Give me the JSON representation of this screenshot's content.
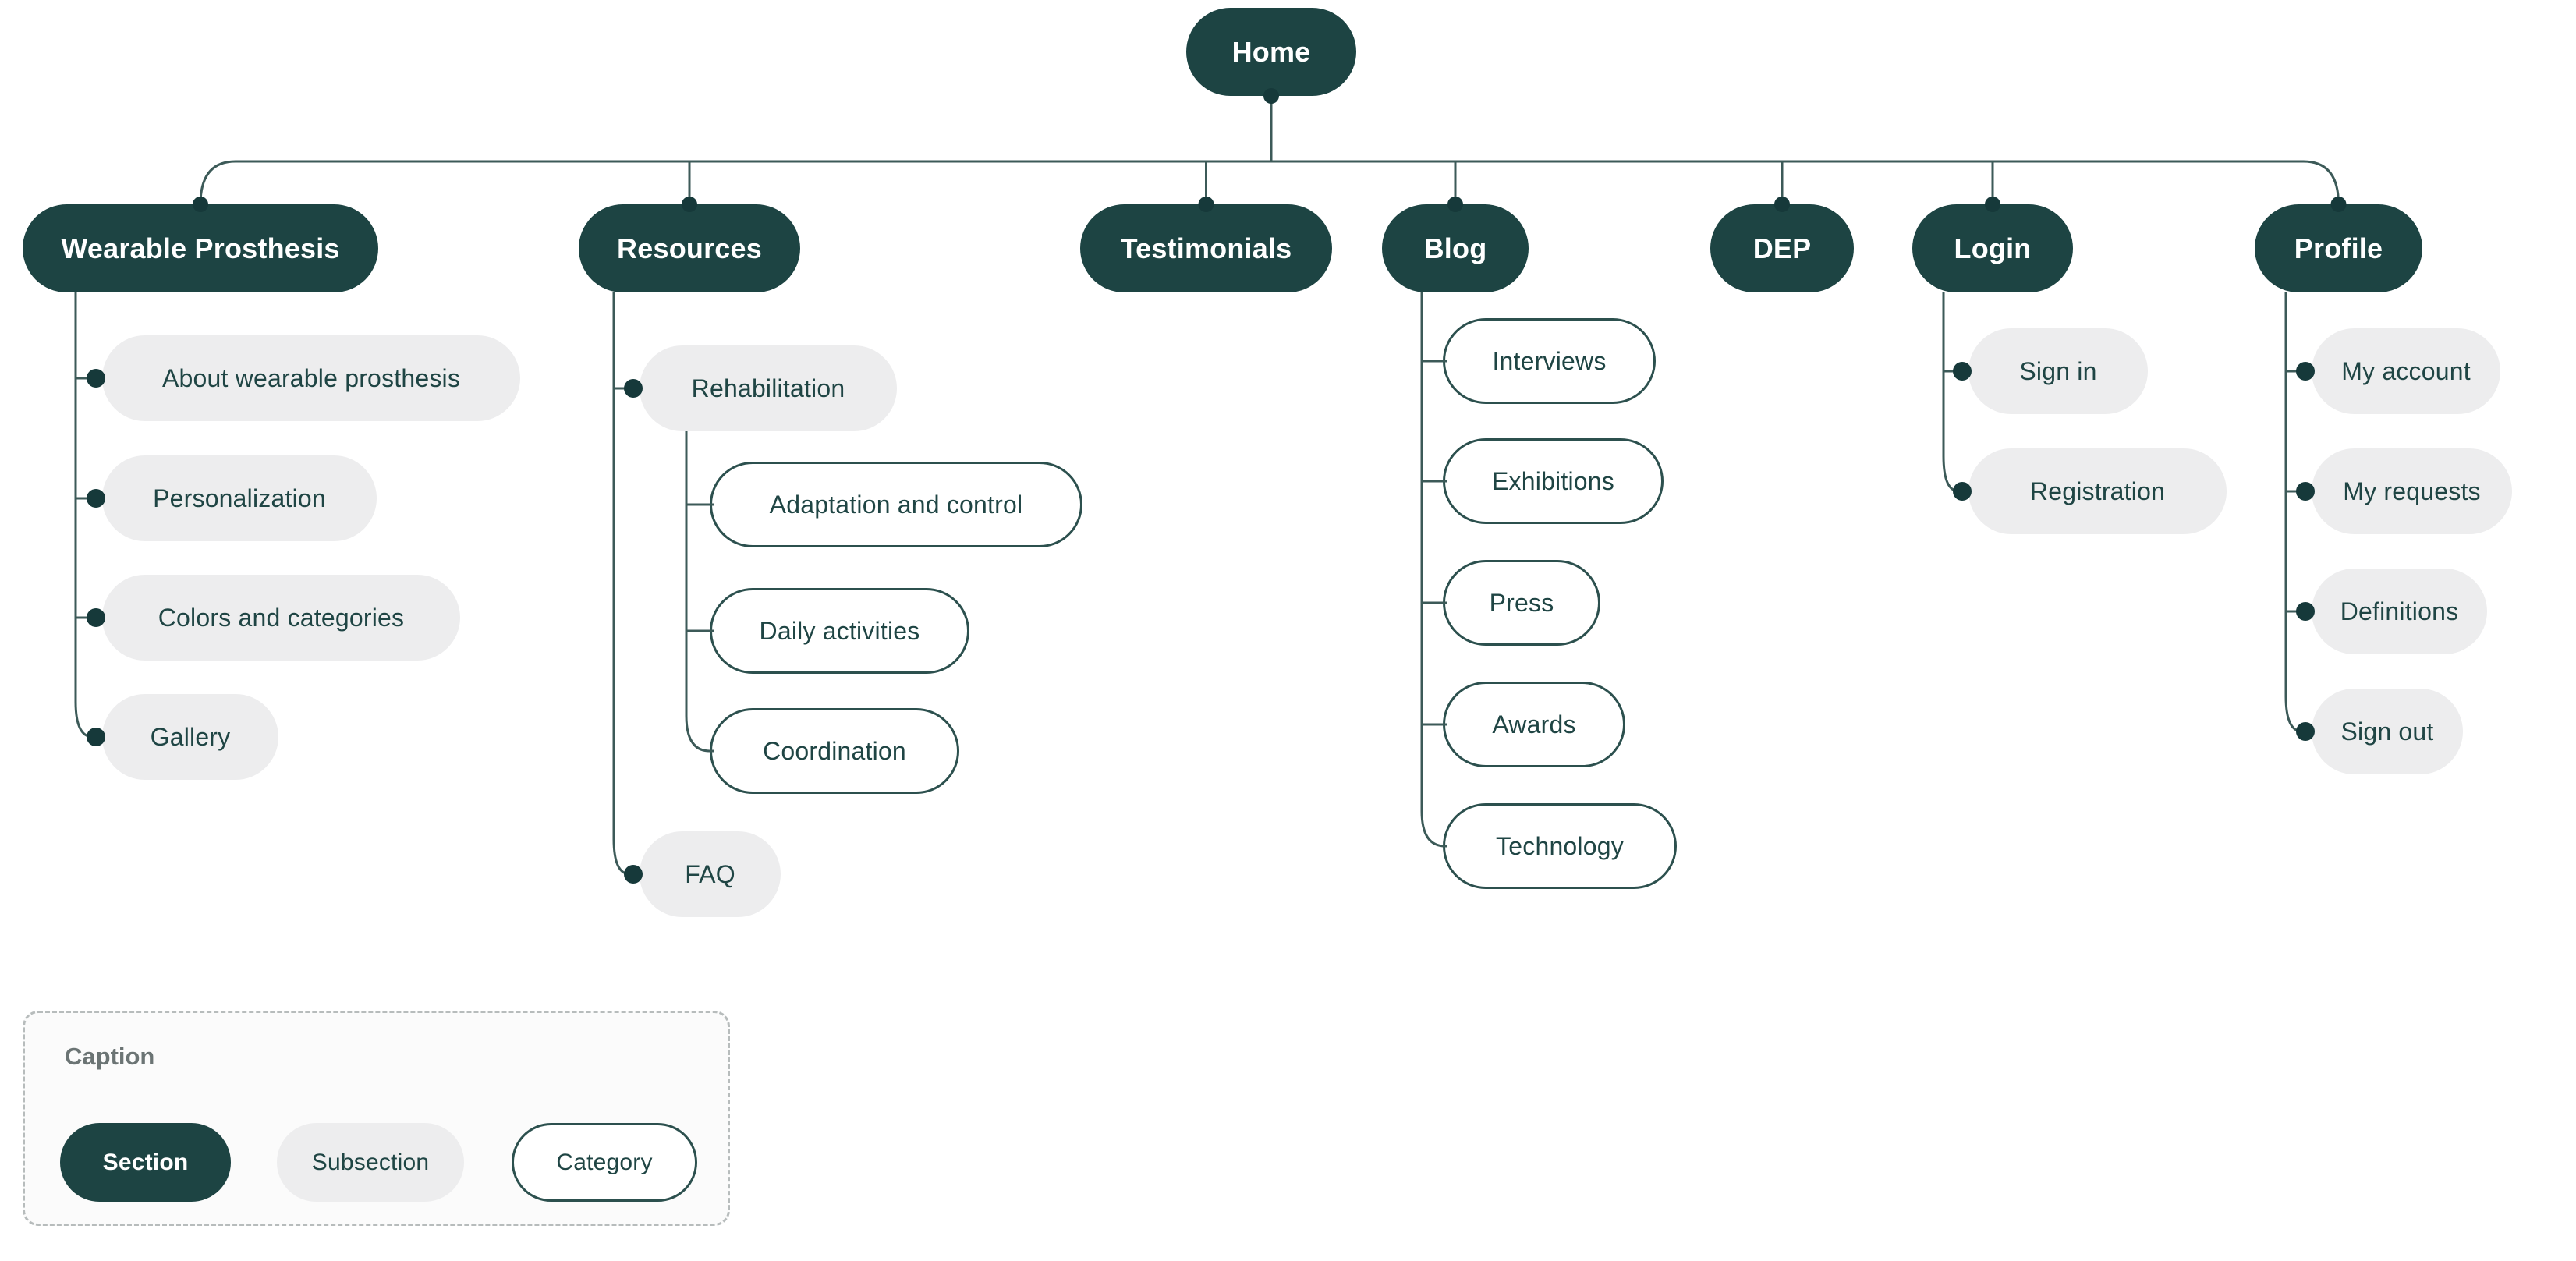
{
  "diagram": {
    "root": {
      "label": "Home",
      "type": "section"
    },
    "sections": [
      {
        "label": "Wearable Prosthesis",
        "type": "section",
        "children": [
          {
            "label": "About wearable prosthesis",
            "type": "subsection"
          },
          {
            "label": "Personalization",
            "type": "subsection"
          },
          {
            "label": "Colors and categories",
            "type": "subsection"
          },
          {
            "label": "Gallery",
            "type": "subsection"
          }
        ]
      },
      {
        "label": "Resources",
        "type": "section",
        "children": [
          {
            "label": "Rehabilitation",
            "type": "subsection",
            "children": [
              {
                "label": "Adaptation and control",
                "type": "category"
              },
              {
                "label": "Daily activities",
                "type": "category"
              },
              {
                "label": "Coordination",
                "type": "category"
              }
            ]
          },
          {
            "label": "FAQ",
            "type": "subsection"
          }
        ]
      },
      {
        "label": "Testimonials",
        "type": "section",
        "children": []
      },
      {
        "label": "Blog",
        "type": "section",
        "children": [
          {
            "label": "Interviews",
            "type": "category"
          },
          {
            "label": "Exhibitions",
            "type": "category"
          },
          {
            "label": "Press",
            "type": "category"
          },
          {
            "label": "Awards",
            "type": "category"
          },
          {
            "label": "Technology",
            "type": "category"
          }
        ]
      },
      {
        "label": "DEP",
        "type": "section",
        "children": []
      },
      {
        "label": "Login",
        "type": "section",
        "children": [
          {
            "label": "Sign in",
            "type": "subsection"
          },
          {
            "label": "Registration",
            "type": "subsection"
          }
        ]
      },
      {
        "label": "Profile",
        "type": "section",
        "children": [
          {
            "label": "My account",
            "type": "subsection"
          },
          {
            "label": "My requests",
            "type": "subsection"
          },
          {
            "label": "Definitions",
            "type": "subsection"
          },
          {
            "label": "Sign out",
            "type": "subsection"
          }
        ]
      }
    ]
  },
  "legend": {
    "title": "Caption",
    "items": [
      {
        "label": "Section",
        "type": "section"
      },
      {
        "label": "Subsection",
        "type": "subsection"
      },
      {
        "label": "Category",
        "type": "category"
      }
    ]
  },
  "colors": {
    "section_fill": "#1d4443",
    "subsection_fill": "#ededee",
    "category_border": "#2c504e",
    "connector": "#3c5a58",
    "dot": "#16393a",
    "text_on_dark": "#ffffff",
    "text_on_light": "#1f4544",
    "legend_title": "#6b7474"
  }
}
